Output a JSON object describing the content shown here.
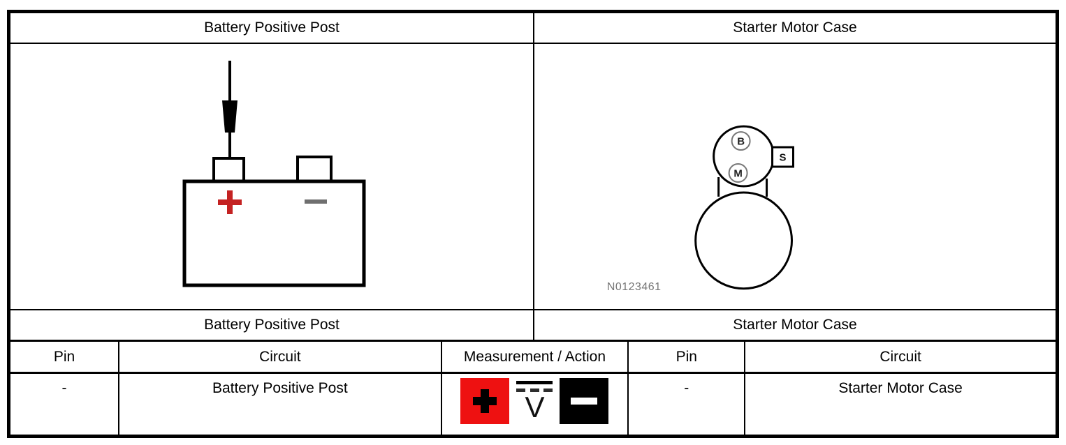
{
  "left_panel": {
    "header": "Battery Positive Post",
    "caption": "Battery Positive Post",
    "battery": {
      "plus_symbol": "+",
      "minus_symbol": "−"
    },
    "icons": [
      "test-probe-icon",
      "battery-icon"
    ]
  },
  "right_panel": {
    "header": "Starter Motor Case",
    "caption": "Starter Motor Case",
    "figure_id": "N0123461",
    "terminal_labels": {
      "b": "B",
      "m": "M",
      "s": "S"
    },
    "icons": [
      "starter-solenoid-icon",
      "starter-motor-case-icon"
    ]
  },
  "table": {
    "headers": [
      "Pin",
      "Circuit",
      "Measurement / Action",
      "Pin",
      "Circuit"
    ],
    "row": {
      "pin_left": "-",
      "circuit_left": "Battery Positive Post",
      "measurement": {
        "icons": [
          "positive-probe-icon",
          "dc-voltmeter-icon",
          "negative-probe-icon"
        ],
        "plus_symbol": "+",
        "voltmeter_letter": "V",
        "minus_symbol": "−"
      },
      "pin_right": "-",
      "circuit_right": "Starter Motor Case"
    }
  },
  "colors": {
    "positive_icon_red": "#ee1111",
    "battery_plus_red": "#c42222",
    "battery_minus_gray": "#6f6f6f",
    "figure_id_gray": "#767676",
    "line_black": "#000000"
  }
}
